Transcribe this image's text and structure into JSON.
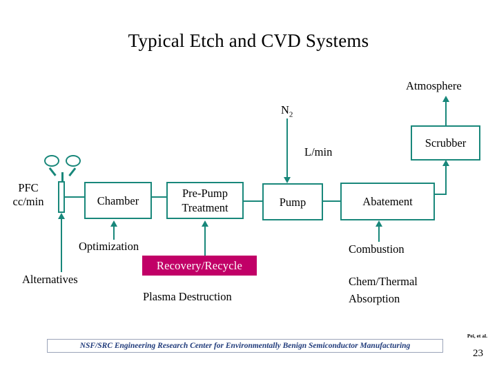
{
  "slide": {
    "title": "Typical Etch and CVD Systems",
    "page_number": "23",
    "credit": "Pei, et al.",
    "footer": "NSF/SRC Engineering Research Center for Environmentally Benign Semiconductor Manufacturing"
  },
  "colors": {
    "process_teal": "#18877a",
    "highlight_magenta": "#c10067",
    "footer_blue": "#1f3a7a",
    "text_black": "#000000",
    "background": "#ffffff"
  },
  "diagram": {
    "type": "process-flow",
    "boxes": [
      {
        "id": "chamber",
        "label": "Chamber",
        "style": "outline-teal"
      },
      {
        "id": "prepump",
        "label": "Pre-Pump\nTreatment",
        "line1": "Pre-Pump",
        "line2": "Treatment",
        "style": "outline-teal"
      },
      {
        "id": "pump",
        "label": "Pump",
        "style": "outline-teal"
      },
      {
        "id": "abatement",
        "label": "Abatement",
        "style": "outline-teal"
      },
      {
        "id": "scrubber",
        "label": "Scrubber",
        "style": "outline-teal"
      },
      {
        "id": "recovery",
        "label": "Recovery/Recycle",
        "style": "filled-magenta"
      }
    ],
    "labels": [
      {
        "id": "pfc",
        "line1": "PFC",
        "line2": "cc/min"
      },
      {
        "id": "n2",
        "text": "N",
        "subscript": "2"
      },
      {
        "id": "lmin",
        "text": "L/min"
      },
      {
        "id": "atmosphere",
        "text": "Atmosphere"
      },
      {
        "id": "optimization",
        "text": "Optimization"
      },
      {
        "id": "alternatives",
        "text": "Alternatives"
      },
      {
        "id": "plasma",
        "text": "Plasma Destruction"
      },
      {
        "id": "combustion",
        "text": "Combustion"
      },
      {
        "id": "chemthermal1",
        "text": "Chem/Thermal"
      },
      {
        "id": "chemthermal2",
        "text": "Absorption"
      }
    ],
    "symbols": [
      {
        "id": "mfc-valve",
        "name": "mass-flow-controller-valve"
      }
    ],
    "flows": [
      {
        "from": "mfc",
        "to": "chamber",
        "direction": "right"
      },
      {
        "from": "chamber",
        "to": "prepump",
        "direction": "right"
      },
      {
        "from": "prepump",
        "to": "pump",
        "direction": "right"
      },
      {
        "from": "pump",
        "to": "abatement",
        "direction": "right"
      },
      {
        "from": "abatement",
        "to": "scrubber",
        "direction": "up"
      },
      {
        "from": "scrubber",
        "to": "atmosphere",
        "direction": "up"
      },
      {
        "from": "n2",
        "to": "pump",
        "direction": "down"
      },
      {
        "from": "alternatives",
        "to": "mfc",
        "direction": "up"
      },
      {
        "from": "optimization",
        "to": "chamber",
        "direction": "up"
      },
      {
        "from": "recovery",
        "to": "prepump",
        "direction": "up"
      },
      {
        "from": "combustion",
        "to": "abatement",
        "direction": "up"
      }
    ]
  }
}
